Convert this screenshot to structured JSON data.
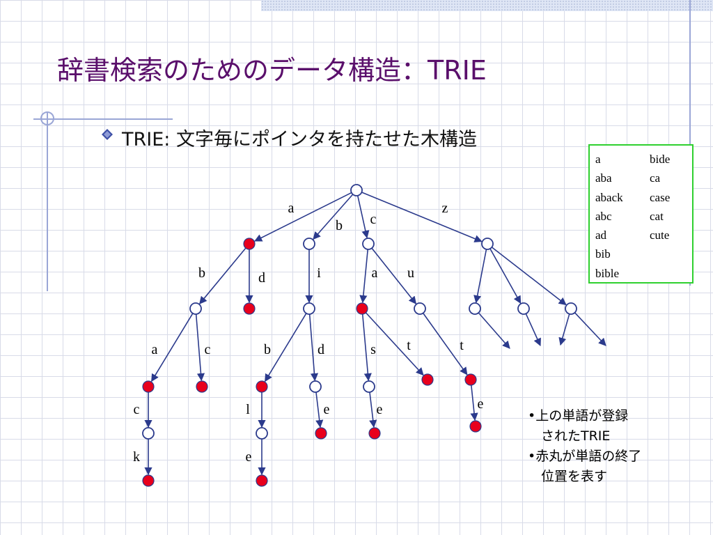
{
  "title": "辞書検索のためのデータ構造：TRIE",
  "bullet": "TRIE: 文字毎にポインタを持たせた木構造",
  "word_list": {
    "column1": [
      "a",
      "aba",
      "aback",
      "abc",
      "ad",
      "bib",
      "bible"
    ],
    "column2": [
      "bide",
      "ca",
      "case",
      "cat",
      "cute"
    ]
  },
  "notes": [
    "•上の単語が登録",
    "　されたTRIE",
    "•赤丸が単語の終了",
    "　位置を表す"
  ],
  "tree": {
    "nodes": [
      {
        "id": "root",
        "terminal": false
      },
      {
        "id": "a",
        "terminal": true
      },
      {
        "id": "b",
        "terminal": false
      },
      {
        "id": "c",
        "terminal": false
      },
      {
        "id": "z",
        "terminal": false
      },
      {
        "id": "ab",
        "terminal": false
      },
      {
        "id": "ad",
        "terminal": true
      },
      {
        "id": "bi",
        "terminal": false
      },
      {
        "id": "ca",
        "terminal": true
      },
      {
        "id": "cu",
        "terminal": false
      },
      {
        "id": "z1",
        "terminal": false
      },
      {
        "id": "z2",
        "terminal": false
      },
      {
        "id": "z3",
        "terminal": false
      },
      {
        "id": "aba",
        "terminal": true
      },
      {
        "id": "abc",
        "terminal": true
      },
      {
        "id": "bib",
        "terminal": true
      },
      {
        "id": "bid",
        "terminal": false
      },
      {
        "id": "cas",
        "terminal": false
      },
      {
        "id": "cat",
        "terminal": true
      },
      {
        "id": "cut",
        "terminal": true
      },
      {
        "id": "abac",
        "terminal": false
      },
      {
        "id": "bibl",
        "terminal": false
      },
      {
        "id": "bide",
        "terminal": true
      },
      {
        "id": "case",
        "terminal": true
      },
      {
        "id": "cute",
        "terminal": true
      },
      {
        "id": "aback",
        "terminal": true
      },
      {
        "id": "bible",
        "terminal": true
      }
    ],
    "edges": [
      {
        "from": "root",
        "to": "a",
        "label": "a"
      },
      {
        "from": "root",
        "to": "b",
        "label": "b"
      },
      {
        "from": "root",
        "to": "c",
        "label": "c"
      },
      {
        "from": "root",
        "to": "z",
        "label": "z"
      },
      {
        "from": "a",
        "to": "ab",
        "label": "b"
      },
      {
        "from": "a",
        "to": "ad",
        "label": "d"
      },
      {
        "from": "b",
        "to": "bi",
        "label": "i"
      },
      {
        "from": "c",
        "to": "ca",
        "label": "a"
      },
      {
        "from": "c",
        "to": "cu",
        "label": "u"
      },
      {
        "from": "z",
        "to": "z1",
        "label": ""
      },
      {
        "from": "z",
        "to": "z2",
        "label": ""
      },
      {
        "from": "z",
        "to": "z3",
        "label": ""
      },
      {
        "from": "ab",
        "to": "aba",
        "label": "a"
      },
      {
        "from": "ab",
        "to": "abc",
        "label": "c"
      },
      {
        "from": "bi",
        "to": "bib",
        "label": "b"
      },
      {
        "from": "bi",
        "to": "bid",
        "label": "d"
      },
      {
        "from": "ca",
        "to": "cas",
        "label": "s"
      },
      {
        "from": "ca",
        "to": "cat",
        "label": "t"
      },
      {
        "from": "cu",
        "to": "cut",
        "label": "t"
      },
      {
        "from": "aba",
        "to": "abac",
        "label": "c"
      },
      {
        "from": "bib",
        "to": "bibl",
        "label": "l"
      },
      {
        "from": "bid",
        "to": "bide",
        "label": "e"
      },
      {
        "from": "cas",
        "to": "case",
        "label": "e"
      },
      {
        "from": "cut",
        "to": "cute",
        "label": "e"
      },
      {
        "from": "abac",
        "to": "aback",
        "label": "k"
      },
      {
        "from": "bibl",
        "to": "bible",
        "label": "e"
      }
    ]
  },
  "colors": {
    "title": "#5a0f6b",
    "edge": "#2b3a8c",
    "node_outline": "#2b3a8c",
    "terminal_fill": "#e8001c",
    "wordbox_border": "#2ed02e",
    "bullet_icon": "#3c4fa6"
  }
}
